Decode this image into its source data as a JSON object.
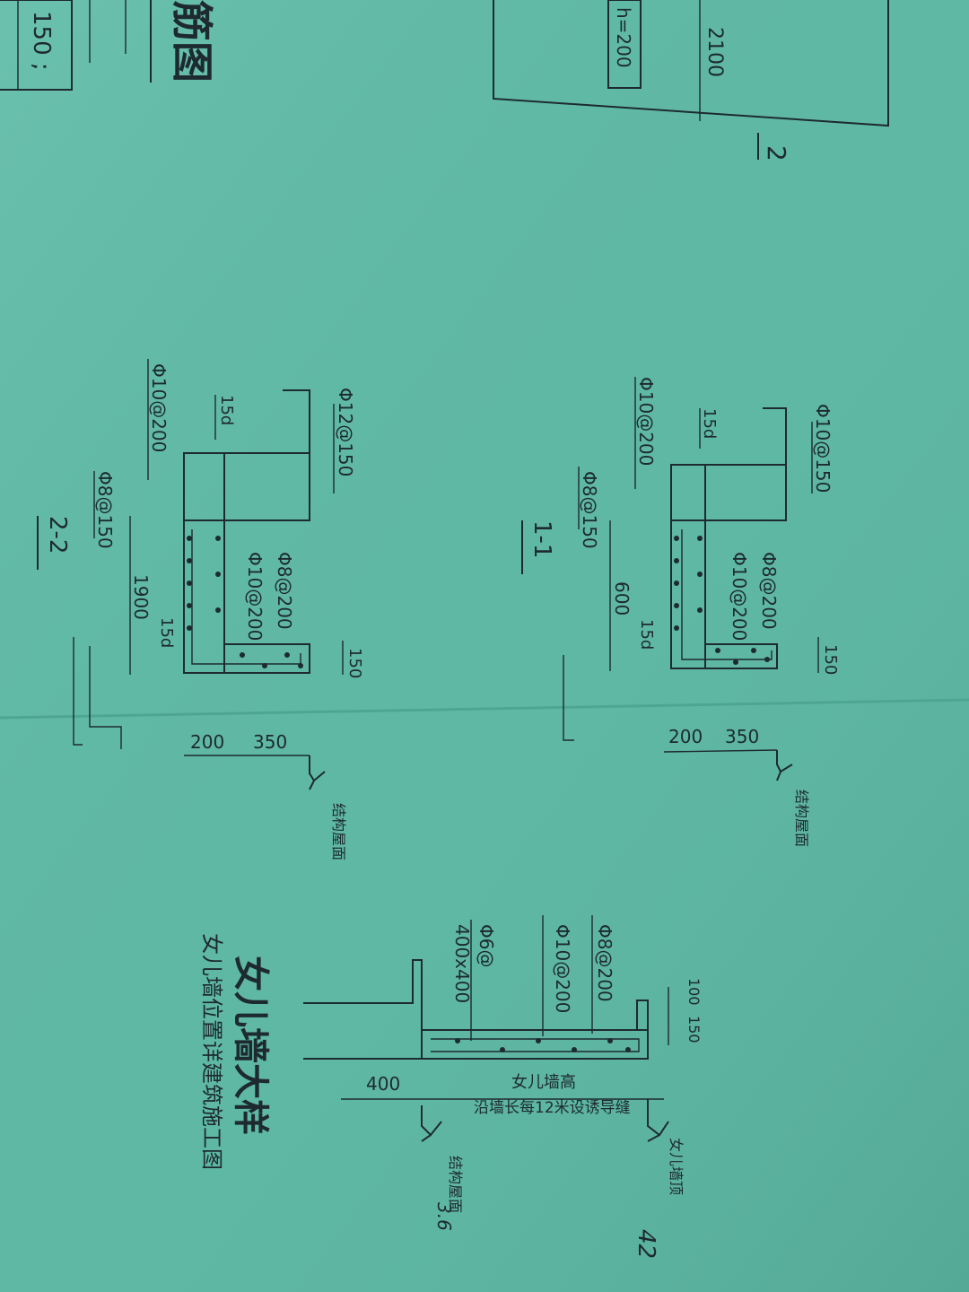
{
  "photo": {
    "subject": "photo of a printed structural drawing sheet, rotated 90 degrees",
    "colors": {
      "paper": "#5fb8a4",
      "ink": "#1d2a30",
      "shade": "#3f8c7c"
    }
  },
  "top_fragment": {
    "title_partial": "筋图",
    "table_text": "150 ;",
    "slab_label": "h=200",
    "dim_2100": "2100",
    "section_mark": "2"
  },
  "section_1_1": {
    "title": "1-1",
    "rebar_top": "Φ10@150",
    "rebar_left_top": "Φ10@200",
    "rebar_left": "Φ8@150",
    "rebar_inner_1": "Φ8@200",
    "rebar_inner_2": "Φ10@200",
    "anchor_top": "15d",
    "anchor_bottom": "15d",
    "dim_height": "600",
    "dim_thick": "150",
    "dim_200": "200",
    "dim_350": "350",
    "level_label": "结构屋面"
  },
  "section_2_2": {
    "title": "2-2",
    "rebar_top": "Φ12@150",
    "rebar_left_top": "Φ10@200",
    "rebar_left": "Φ8@150",
    "rebar_inner_1": "Φ8@200",
    "rebar_inner_2": "Φ10@200",
    "anchor_top": "15d",
    "anchor_bottom": "15d",
    "dim_height": "1900",
    "dim_thick": "150",
    "dim_200": "200",
    "dim_350": "350",
    "level_label": "结构屋面"
  },
  "parapet": {
    "title": "女儿墙大样",
    "note": "女儿墙位置详建筑施工图",
    "rebar_1": "Φ8@200",
    "rebar_2": "Φ10@200",
    "rebar_3": "Φ6@",
    "rebar_3b": "400x400",
    "dim_100": "100",
    "dim_150": "150",
    "dim_400": "400",
    "height_label": "女儿墙高",
    "joint_note": "沿墙长每12米设诱导缝",
    "level_top": "女儿墙顶",
    "level_roof": "结构屋面",
    "handwritten_1": "3.6",
    "handwritten_2": "42"
  }
}
